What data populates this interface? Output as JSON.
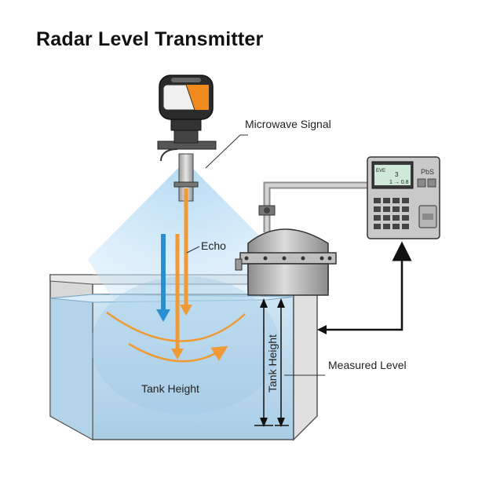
{
  "title": "Radar Level Transmitter",
  "labels": {
    "microwave_signal": "Microwave Signal",
    "echo": "Echo",
    "tank_height_center": "Tank Height",
    "tank_height_side": "Tank Height",
    "measured_level": "Measured Level"
  },
  "controller": {
    "brand": "PbS",
    "screen_line1": "3",
    "screen_line2": "1 → 0.8",
    "screen_tag": "EVE"
  },
  "colors": {
    "liquid": "#b9d7ea",
    "signal_down": "#2a8fd0",
    "signal_echo": "#ef9a35",
    "tank_wall": "#d9d9d9",
    "transmitter_orange": "#f08a1c"
  }
}
